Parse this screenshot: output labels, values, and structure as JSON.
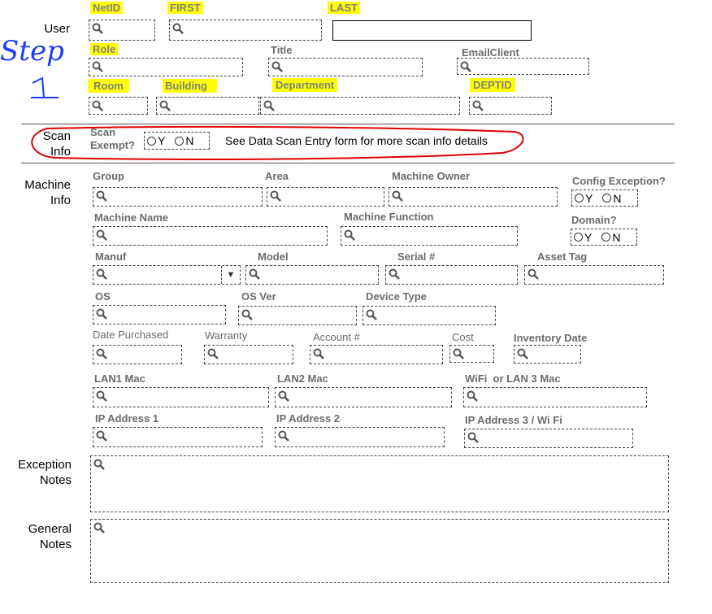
{
  "annotation": {
    "handwritten": "Step 1",
    "color": "#1a3cff",
    "circle_color": "#e00000"
  },
  "sections": {
    "user": "User",
    "scan_info": "Scan\nInfo",
    "machine_info": "Machine\nInfo",
    "exception_notes": "Exception\nNotes",
    "general_notes": "General\nNotes"
  },
  "labels": {
    "netid": "NetID",
    "first": "FIRST",
    "last": "LAST",
    "role": "Role",
    "title": "Title",
    "emailclient": "EmailClient",
    "room": "Room",
    "building": "Building",
    "department": "Department",
    "deptid": "DEPTID",
    "scan_exempt": "Scan\nExempt?",
    "scan_note": "See Data Scan Entry form for more scan info details",
    "group": "Group",
    "area": "Area",
    "machine_owner": "Machine Owner",
    "config_exception": "Config Exception?",
    "machine_name": "Machine Name",
    "machine_function": "Machine Function",
    "domain": "Domain?",
    "manuf": "Manuf",
    "model": "Model",
    "serial": "Serial #",
    "asset_tag": "Asset Tag",
    "os": "OS",
    "os_ver": "OS Ver",
    "device_type": "Device Type",
    "date_purchased": "Date Purchased",
    "warranty": "Warranty",
    "account": "Account #",
    "cost": "Cost",
    "inventory_date": "Inventory Date",
    "lan1": "LAN1 Mac",
    "lan2": "LAN2 Mac",
    "wifi": "WiFi  or LAN 3 Mac",
    "ip1": "IP Address 1",
    "ip2": "IP Address 2",
    "ip3": "IP Address 3 / Wi Fi"
  },
  "radio": {
    "yes": "Y",
    "no": "N"
  },
  "icons": {
    "field_icon": "search-icon",
    "dropdown_icon": "triangle-down-icon"
  }
}
